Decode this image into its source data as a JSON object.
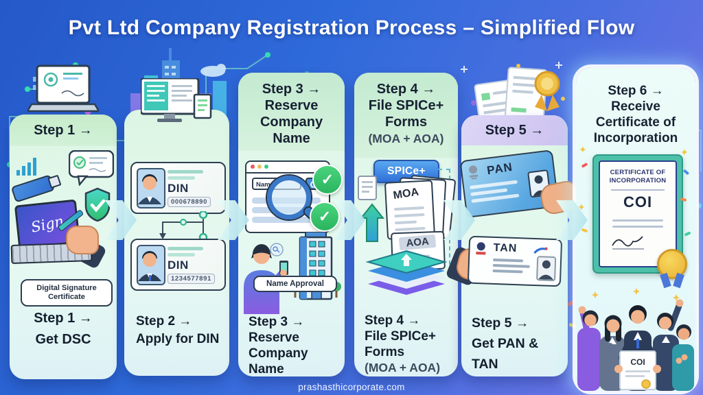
{
  "title": "Pvt Ltd Company Registration Process – Simplified Flow",
  "footer": "prashasthicorporate.com",
  "colors": {
    "background_top": "#2558c8",
    "background_bottom_right": "#7b74e8",
    "panel_mint": "#dcf5e3",
    "header_green": "#c6ecca",
    "header_lavender": "#d4cdf3",
    "panel_cyan": "#e8fbf7",
    "flow_arrow": "#bfe9ef",
    "check_green": "#2bb45e",
    "spice_blue": "#2f6fd8",
    "step_text": "#141f2e"
  },
  "steps": [
    {
      "name": "Get DSC",
      "header": "Step 1 →",
      "caption": [
        "Step 1 →",
        "Get DSC"
      ],
      "labels": {
        "laptop_screen": "Sign",
        "bubble": "Digital Signature Certificate"
      }
    },
    {
      "name": "Apply for DIN",
      "caption": [
        "Step 2 →",
        "Apply for DIN"
      ],
      "labels": {
        "card1_title": "DIN",
        "card1_number": "000678890",
        "card2_title": "DIN",
        "card2_number": "1234577891"
      }
    },
    {
      "name": "Reserve Company Name",
      "header": [
        "Step 3 →",
        "Reserve",
        "Company",
        "Name"
      ],
      "caption": [
        "Step 3 →",
        "Reserve",
        "Company",
        "Name"
      ],
      "labels": {
        "search_field": "Name",
        "approval_bubble": "Name Approval"
      }
    },
    {
      "name": "File SPICe+ Forms",
      "header": [
        "Step 4 →",
        "File SPICe+",
        "Forms",
        "(MOA + AOA)"
      ],
      "caption": [
        "Step 4 →",
        "File SPICe+",
        "Forms",
        "(MOA + AOA)"
      ],
      "labels": {
        "spice_button": "SPICe+",
        "doc_moa": "MOA",
        "doc_aoa": "AOA"
      }
    },
    {
      "name": "Get PAN & TAN",
      "header": "Step 5 →",
      "caption": [
        "Step 5 →",
        "Get PAN & TAN"
      ],
      "labels": {
        "card_pan": "PAN",
        "card_tan": "TAN"
      }
    },
    {
      "name": "Receive Certificate of Incorporation",
      "header": [
        "Step 6 →",
        "Receive",
        "Certificate of",
        "Incorporation"
      ],
      "labels": {
        "cert_title_1": "CERTIFICATE OF",
        "cert_title_2": "INCORPORATION",
        "cert_code": "COI",
        "people_certificate": "COI"
      }
    }
  ]
}
